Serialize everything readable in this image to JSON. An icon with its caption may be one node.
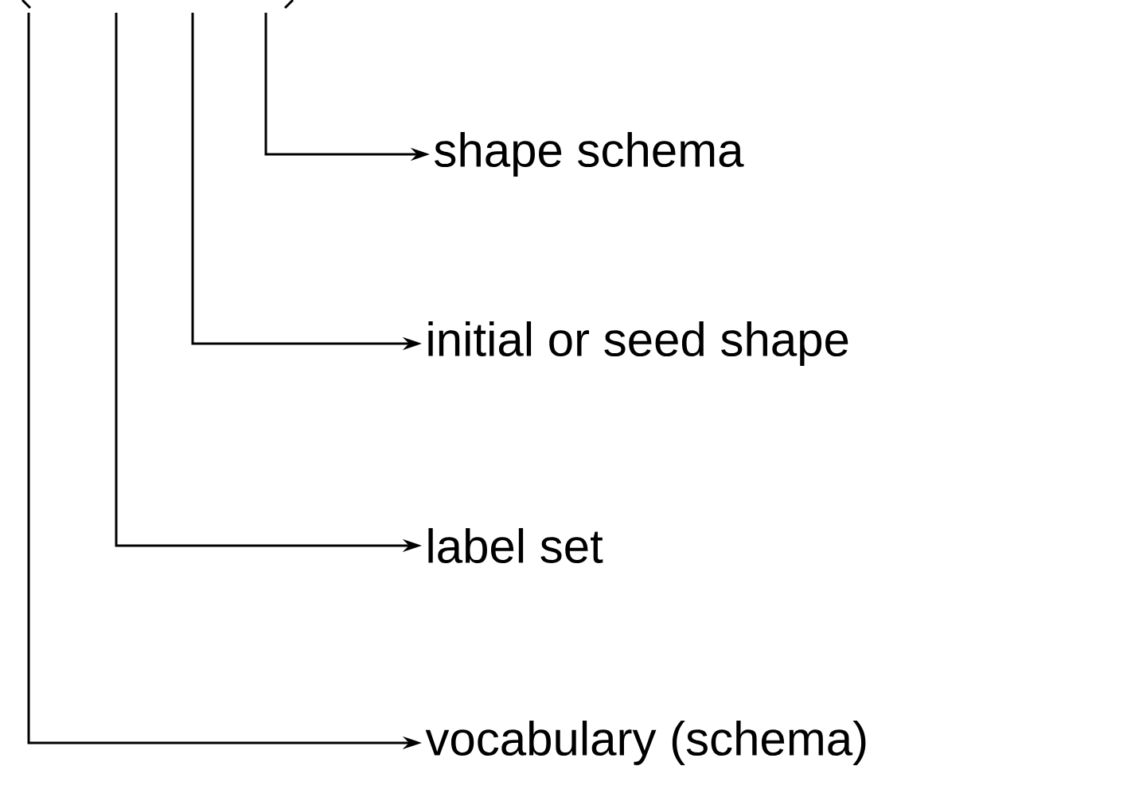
{
  "diagram": {
    "nodes": [
      {
        "text": [
          "shape schema"
        ]
      },
      {
        "text": [
          "initial or seed shape"
        ]
      },
      {
        "text": [
          "label set"
        ]
      },
      {
        "text": [
          "vocabulary (schema)"
        ]
      }
    ],
    "edges": [
      {
        "from": null,
        "to": 0,
        "arrow": "to"
      },
      {
        "from": null,
        "to": 1,
        "arrow": "to"
      },
      {
        "from": null,
        "to": 2,
        "arrow": "to"
      },
      {
        "from": null,
        "to": 3,
        "arrow": "to"
      }
    ]
  }
}
